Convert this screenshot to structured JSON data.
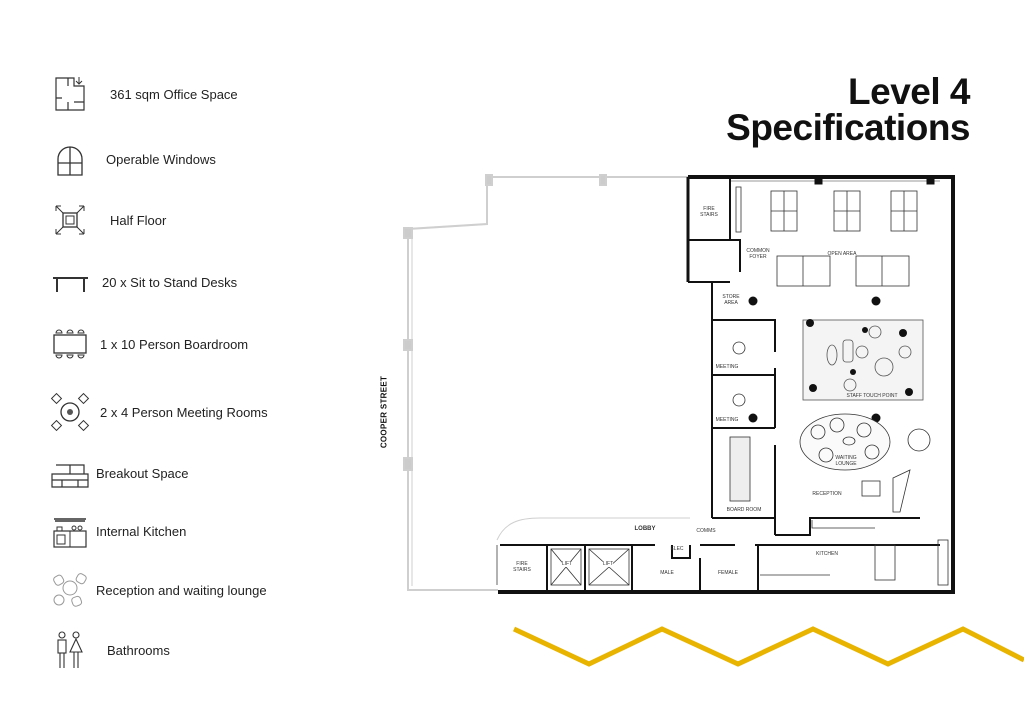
{
  "header": {
    "title_line1": "Level 4",
    "title_line2": "Specifications"
  },
  "legend": [
    {
      "icon": "floorplan-icon",
      "label": "361 sqm Office Space"
    },
    {
      "icon": "window-icon",
      "label": "Operable Windows"
    },
    {
      "icon": "half-floor-icon",
      "label": "Half Floor"
    },
    {
      "icon": "desk-icon",
      "label": "20 x Sit to Stand Desks"
    },
    {
      "icon": "boardroom-table-icon",
      "label": "1 x 10  Person Boardroom"
    },
    {
      "icon": "meeting-table-icon",
      "label": "2 x 4 Person Meeting Rooms"
    },
    {
      "icon": "sofa-icon",
      "label": "Breakout Space"
    },
    {
      "icon": "kitchen-icon",
      "label": "Internal Kitchen"
    },
    {
      "icon": "lounge-icon",
      "label": "Reception and waiting lounge"
    },
    {
      "icon": "bathroom-icon",
      "label": "Bathrooms"
    }
  ],
  "floorplan": {
    "street": "COOPER STREET",
    "rooms": {
      "fire_stairs_top": "FIRE STAIRS",
      "common_foyer": "COMMON FOYER",
      "open_area": "OPEN AREA",
      "store_area": "STORE AREA",
      "meeting_1": "MEETING",
      "meeting_2": "MEETING",
      "staff_touch_point": "STAFF TOUCH POINT",
      "waiting_lounge": "WAITING LOUNGE",
      "board_room": "BOARD ROOM",
      "reception": "RECEPTION",
      "lobby": "LOBBY",
      "comms": "COMMS",
      "elec": "ELEC",
      "fire_stairs_bottom": "FIRE STAIRS",
      "lift_1": "LIFT",
      "lift_2": "LIFT",
      "male": "MALE",
      "female": "FEMALE",
      "kitchen": "KITCHEN"
    }
  },
  "colors": {
    "accent": "#E8B400",
    "wall": "#111111",
    "outline": "#cfcfcf"
  }
}
